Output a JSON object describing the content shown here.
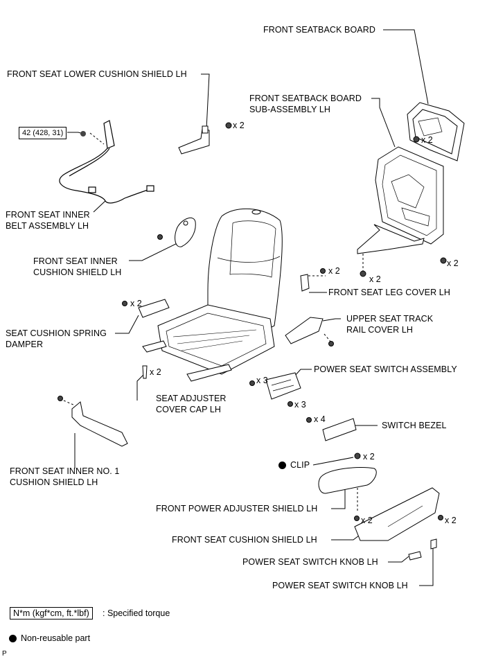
{
  "labels": {
    "front_seatback_board": "FRONT SEATBACK BOARD",
    "front_seat_lower_cushion_shield_lh": "FRONT SEAT LOWER CUSHION SHIELD LH",
    "front_seatback_board_sub_1": "FRONT SEATBACK BOARD",
    "front_seatback_board_sub_2": "SUB-ASSEMBLY LH",
    "front_seat_inner_belt_1": "FRONT SEAT INNER",
    "front_seat_inner_belt_2": "BELT ASSEMBLY LH",
    "front_seat_inner_cushion_shield_1": "FRONT SEAT INNER",
    "front_seat_inner_cushion_shield_2": "CUSHION SHIELD LH",
    "front_seat_leg_cover_lh": "FRONT SEAT LEG COVER LH",
    "seat_cushion_spring_damper_1": "SEAT CUSHION SPRING",
    "seat_cushion_spring_damper_2": "DAMPER",
    "upper_seat_track_rail_cover_1": "UPPER SEAT TRACK",
    "upper_seat_track_rail_cover_2": "RAIL COVER LH",
    "power_seat_switch_assembly": "POWER SEAT SWITCH ASSEMBLY",
    "seat_adjuster_cover_cap_1": "SEAT ADJUSTER",
    "seat_adjuster_cover_cap_2": "COVER CAP LH",
    "switch_bezel": "SWITCH BEZEL",
    "front_seat_inner_no1_1": "FRONT SEAT INNER NO. 1",
    "front_seat_inner_no1_2": "CUSHION SHIELD LH",
    "clip": "CLIP",
    "front_power_adjuster_shield_lh": "FRONT POWER ADJUSTER SHIELD LH",
    "front_seat_cushion_shield_lh": "FRONT SEAT CUSHION SHIELD LH",
    "power_seat_switch_knob_lh_a": "POWER SEAT SWITCH KNOB LH",
    "power_seat_switch_knob_lh_b": "POWER SEAT SWITCH KNOB LH"
  },
  "quantities": {
    "lower_shield": "x 2",
    "board": "x 2",
    "sub_assy_right": "x 2",
    "sub_assy_bottom": "x 2",
    "leg_cover": "x 2",
    "spring_damper": "x 2",
    "adjuster_cap": "x 2",
    "switch_left": "x 3",
    "switch_right": "x 3",
    "bezel": "x 4",
    "clip": "x 2",
    "adjuster_shield": "x 2",
    "cushion_shield_right": "x 2"
  },
  "torque": "42 (428, 31)",
  "legend": {
    "torque_unit": "N*m (kgf*cm, ft.*lbf)",
    "torque_desc": ": Specified torque",
    "non_reusable": "Non-reusable part"
  },
  "page_code": "P"
}
